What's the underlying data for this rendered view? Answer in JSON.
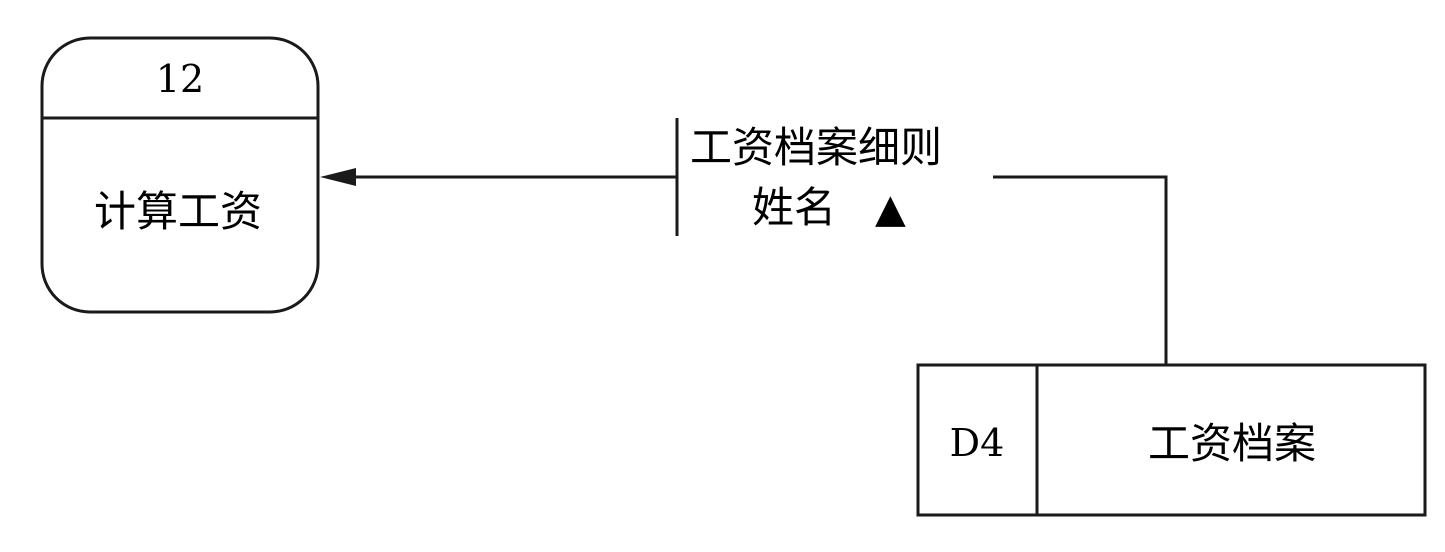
{
  "process": {
    "id": "12",
    "name": "计算工资"
  },
  "data_flow": {
    "line1": "工资档案细则",
    "line2": "姓名",
    "marker": "▲"
  },
  "data_store": {
    "id": "D4",
    "name": "工资档案"
  },
  "colors": {
    "stroke": "#1a1a1a",
    "background": "#ffffff"
  }
}
